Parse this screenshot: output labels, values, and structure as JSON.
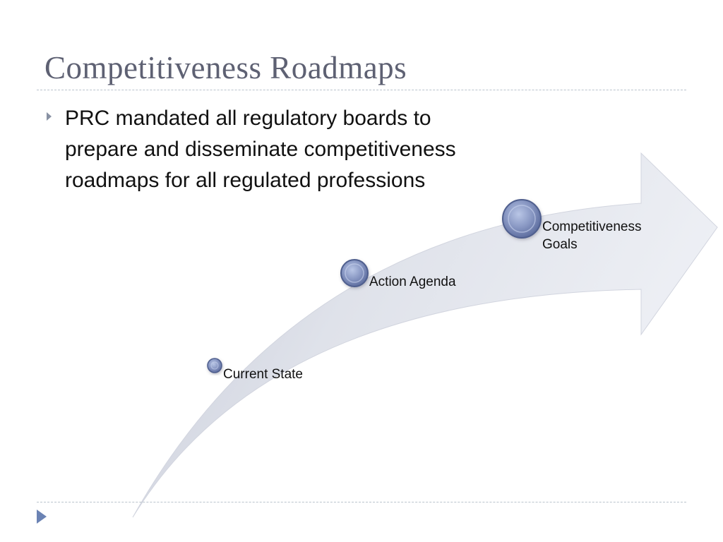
{
  "slide": {
    "title": "Competitiveness Roadmaps",
    "bullets": [
      {
        "text": "PRC mandated all regulatory boards to prepare and disseminate competitiveness roadmaps for all regulated professions"
      }
    ]
  },
  "diagram": {
    "type": "curved-arrow-process",
    "stages": [
      {
        "label": "Current State"
      },
      {
        "label": "Action Agenda"
      },
      {
        "label": "Competitiveness Goals"
      }
    ],
    "colors": {
      "arrow_light": "#eef0f5",
      "arrow_dark": "#c4c8d6",
      "node_light": "#b9c6e6",
      "node_dark": "#5a6a9c",
      "title_text": "#5e6173",
      "rule": "#b9c3cc",
      "nav_marker": "#6b83b4"
    },
    "icons": {
      "bullet": "triangle-right-icon",
      "nav": "triangle-right-icon"
    }
  }
}
